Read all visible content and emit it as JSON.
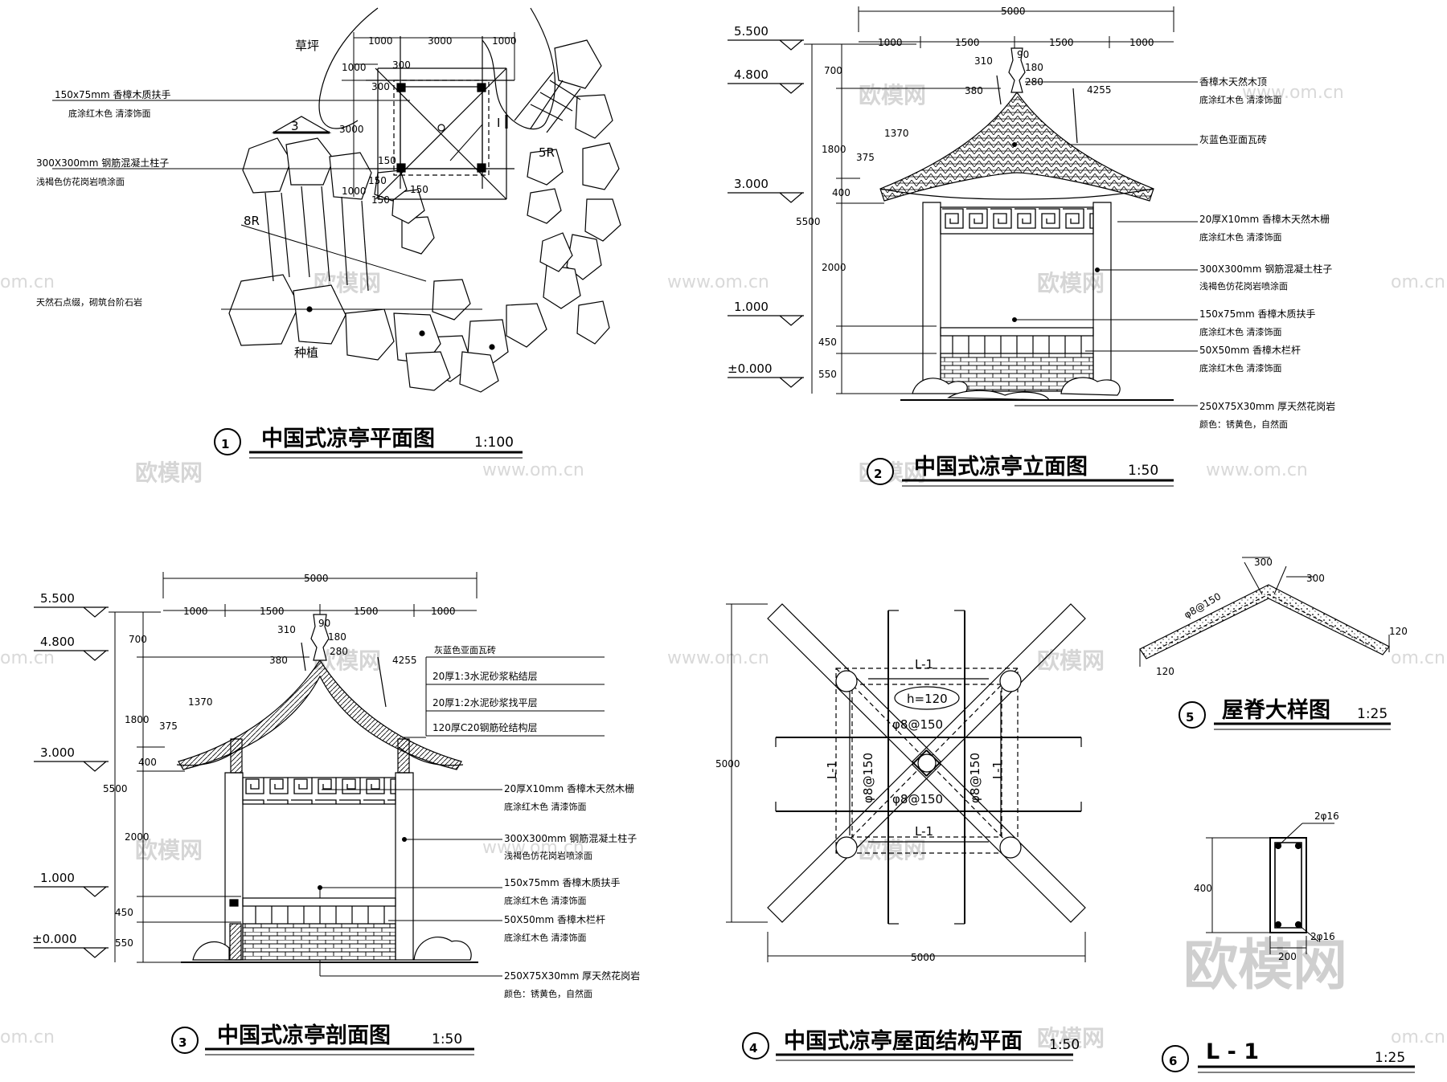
{
  "watermark": {
    "brand": "欧模网",
    "site": "www.om.cn",
    "site_short": "om.cn"
  },
  "drawing1": {
    "num": "1",
    "title": "中国式凉亭平面图",
    "scale": "1:100",
    "lawn": "草坪",
    "planting": "种植",
    "dims": [
      "1000",
      "3000",
      "1000",
      "1000",
      "300",
      "300",
      "3000",
      "150",
      "150",
      "1000",
      "150",
      "150"
    ],
    "radius_8r": "8R",
    "radius_5r": "5R",
    "section_mark": "3",
    "section_cut": "I",
    "notes": [
      {
        "main": "150x75mm 香樟木质扶手",
        "sub": "底涂红木色      清漆饰面"
      },
      {
        "main": "300X300mm 钢筋混凝土柱子",
        "sub": "浅褐色仿花岗岩喷涂面"
      },
      {
        "main": "",
        "sub": "天然石点缀，砌筑台阶石岩"
      }
    ]
  },
  "drawing2": {
    "num": "2",
    "title": "中国式凉亭立面图",
    "scale": "1:50",
    "levels": [
      "5.500",
      "4.800",
      "3.000",
      "1.000",
      "±0.000"
    ],
    "vdims": [
      "700",
      "1800",
      "400",
      "2000",
      "450",
      "550",
      "5500"
    ],
    "topdim": "5000",
    "hdims": [
      "1000",
      "1500",
      "1500",
      "1000"
    ],
    "finial": [
      "310",
      "90",
      "180",
      "280",
      "380"
    ],
    "roof": [
      "1370",
      "375",
      "4255"
    ],
    "notes": [
      {
        "main": "香樟木天然木顶",
        "sub": "底涂红木色      清漆饰面"
      },
      {
        "main": "灰蓝色亚面瓦砖",
        "sub": ""
      },
      {
        "main": "20厚X10mm 香樟木天然木栅",
        "sub": "底涂红木色      清漆饰面"
      },
      {
        "main": "300X300mm 钢筋混凝土柱子",
        "sub": "浅褐色仿花岗岩喷涂面"
      },
      {
        "main": "150x75mm 香樟木质扶手",
        "sub": "底涂红木色      清漆饰面"
      },
      {
        "main": "50X50mm 香樟木栏杆",
        "sub": "底涂红木色      清漆饰面"
      },
      {
        "main": "250X75X30mm 厚天然花岗岩",
        "sub": "颜色：锈黄色，自然面"
      }
    ]
  },
  "drawing3": {
    "num": "3",
    "title": "中国式凉亭剖面图",
    "scale": "1:50",
    "levels": [
      "5.500",
      "4.800",
      "3.000",
      "1.000",
      "±0.000"
    ],
    "vdims": [
      "700",
      "1800",
      "400",
      "2000",
      "450",
      "550",
      "5500"
    ],
    "topdim": "5000",
    "hdims": [
      "1000",
      "1500",
      "1500",
      "1000"
    ],
    "finial": [
      "310",
      "90",
      "180",
      "280",
      "380"
    ],
    "roof": [
      "1370",
      "375",
      "4255"
    ],
    "layers": [
      "灰蓝色亚面瓦砖",
      "20厚1:3水泥砂浆粘结层",
      "20厚1:2水泥砂浆找平层",
      "120厚C20钢筋砼结构层"
    ],
    "notes": [
      {
        "main": "20厚X10mm 香樟木天然木栅",
        "sub": "底涂红木色      清漆饰面"
      },
      {
        "main": "300X300mm 钢筋混凝土柱子",
        "sub": "浅褐色仿花岗岩喷涂面"
      },
      {
        "main": "150x75mm 香樟木质扶手",
        "sub": "底涂红木色      清漆饰面"
      },
      {
        "main": "50X50mm 香樟木栏杆",
        "sub": "底涂红木色      清漆饰面"
      },
      {
        "main": "250X75X30mm 厚天然花岗岩",
        "sub": "颜色：锈黄色，自然面"
      }
    ]
  },
  "drawing4": {
    "num": "4",
    "title": "中国式凉亭屋面结构平面",
    "scale": "1:50",
    "dim_h": "5000",
    "dim_v": "5000",
    "beam_top": "L-1",
    "beam_bottom": "L-1",
    "beam_left": "L-1",
    "beam_right": "L-1",
    "slab": "h=120",
    "rebar_top": "φ8@150",
    "rebar_bottom": "φ8@150",
    "rebar_left": "φ8@150",
    "rebar_right": "φ8@150"
  },
  "drawing5": {
    "num": "5",
    "title": "屋脊大样图",
    "scale": "1:25",
    "dims": [
      "300",
      "300",
      "120",
      "120"
    ],
    "rebar": "φ8@150"
  },
  "drawing6": {
    "num": "6",
    "title": "L - 1",
    "scale": "1:25",
    "top_bar": "2φ16",
    "bottom_bar": "2φ16",
    "height": "400",
    "width": "200"
  }
}
